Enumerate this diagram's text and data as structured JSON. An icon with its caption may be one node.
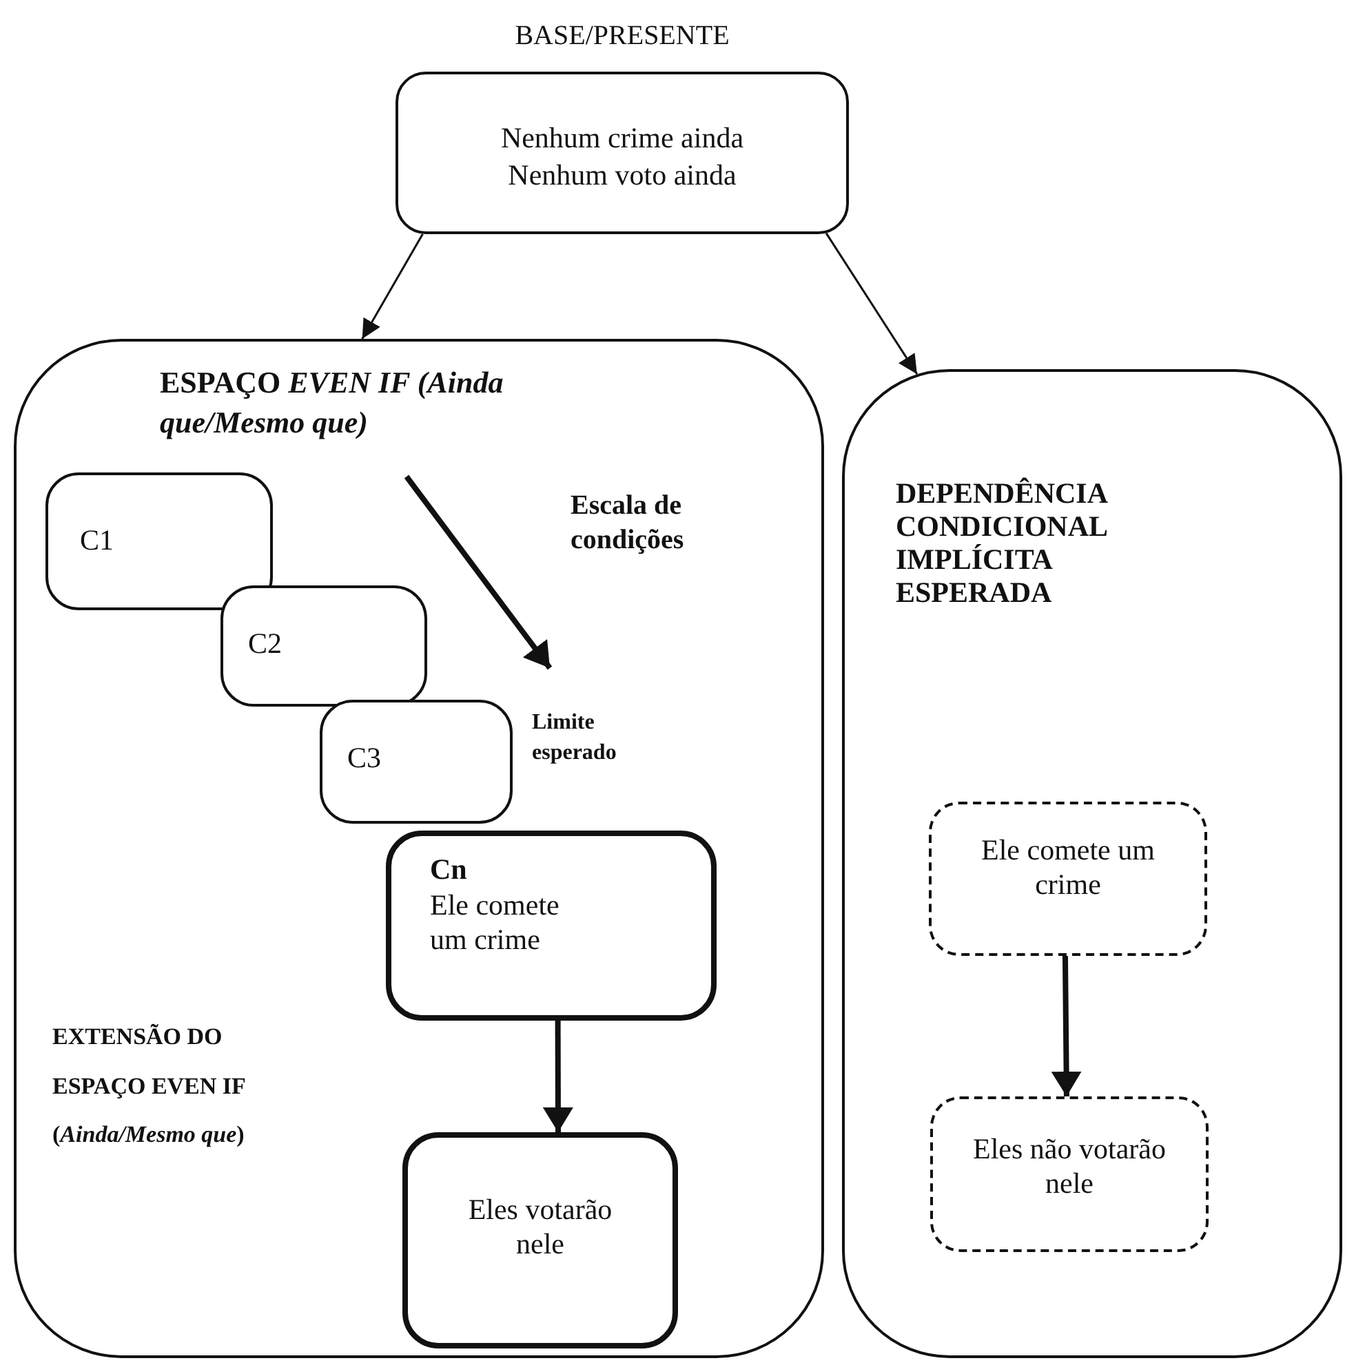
{
  "diagram": {
    "nodes": [
      {
        "text": [
          "BASE/PRESENTE",
          "Nenhum crime ainda",
          "Nenhum voto ainda"
        ]
      },
      {
        "text": [
          "ESPAÇO *EVEN IF (Ainda que/Mesmo que)*",
          "EXTENSÃO DO ESPAÇO EVEN IF (*Ainda/Mesmo que*)"
        ]
      },
      {
        "text": [
          "C1"
        ],
        "in": 1
      },
      {
        "text": [
          "C2"
        ],
        "in": 1
      },
      {
        "text": [
          "C3"
        ],
        "in": 1
      },
      {
        "text": [
          "Cn",
          "Ele comete um crime"
        ],
        "in": 1
      },
      {
        "text": [
          "Eles votarão nele"
        ],
        "in": 1
      },
      {
        "text": [
          "DEPENDÊNCIA CONDICIONAL IMPLÍCITA ESPERADA"
        ]
      },
      {
        "text": [
          "Ele comete um crime"
        ],
        "in": 7
      },
      {
        "text": [
          "Eles não votarão nele"
        ],
        "in": 7
      }
    ],
    "edges": [
      {
        "from": 0,
        "to": 1,
        "arrow": "to"
      },
      {
        "from": 0,
        "to": 7,
        "arrow": "to"
      },
      {
        "from": 5,
        "to": 6,
        "arrow": "to",
        "style": "thick"
      },
      {
        "from": 8,
        "to": 9,
        "arrow": "to",
        "style": "thick"
      }
    ],
    "labels": [
      "Escala de condições",
      "Limite esperado"
    ]
  }
}
